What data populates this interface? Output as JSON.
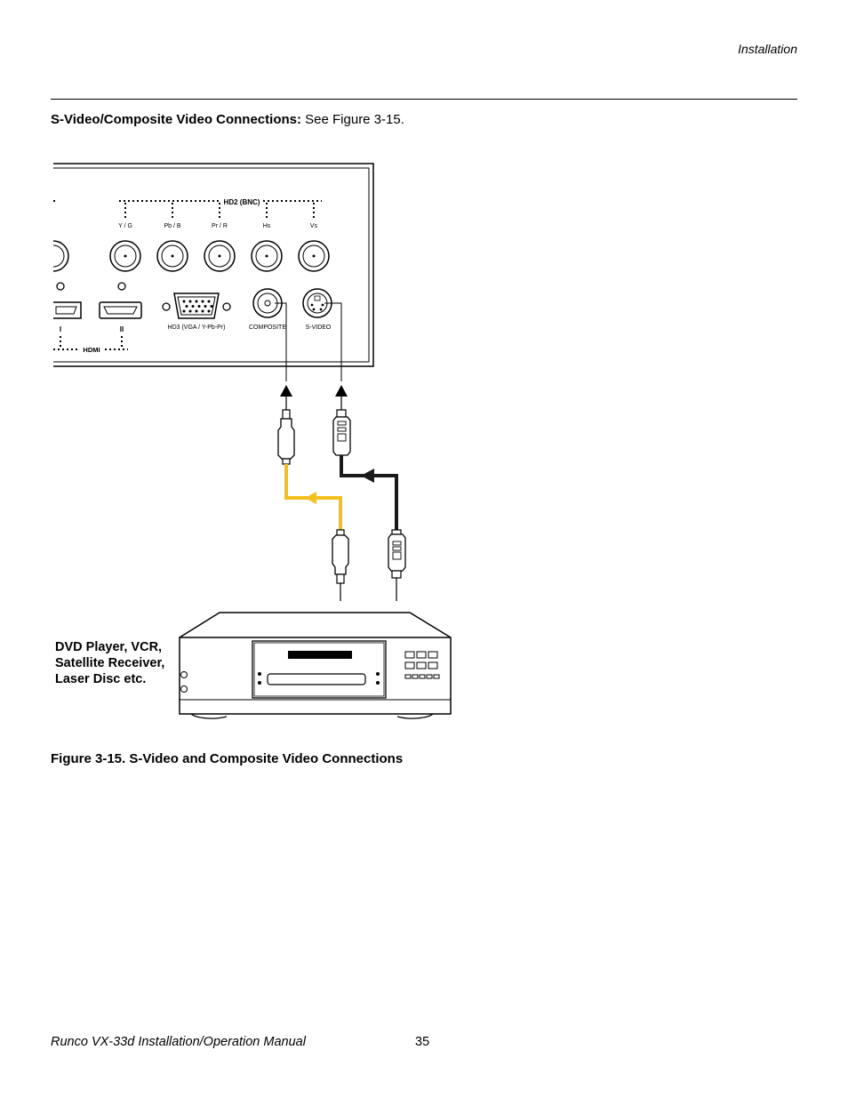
{
  "header": {
    "section": "Installation"
  },
  "intro": {
    "heading": "S-Video/Composite Video Connections:",
    "text": " See Figure 3-15."
  },
  "panel": {
    "bnc_group": "HD2 (BNC)",
    "bnc_labels": [
      "Y / G",
      "Pb / B",
      "Pr / R",
      "Hs",
      "Vs"
    ],
    "hd3_label": "HD3 (VGA / Y-Pb-Pr)",
    "composite_label": "COMPOSITE",
    "svideo_label": "S-VIDEO",
    "hdmi_group": "HDMI",
    "hdmi_numerals": [
      "I",
      "II"
    ]
  },
  "source_device": {
    "label": "DVD Player, VCR,\nSatellite Receiver,\nLaser Disc etc."
  },
  "cable_colors": {
    "composite": "#f2c01e",
    "svideo": "#1a1a1a"
  },
  "figure": {
    "caption": "Figure 3-15. S-Video and Composite Video Connections"
  },
  "footer": {
    "title": "Runco VX-33d Installation/Operation Manual",
    "page": "35"
  }
}
